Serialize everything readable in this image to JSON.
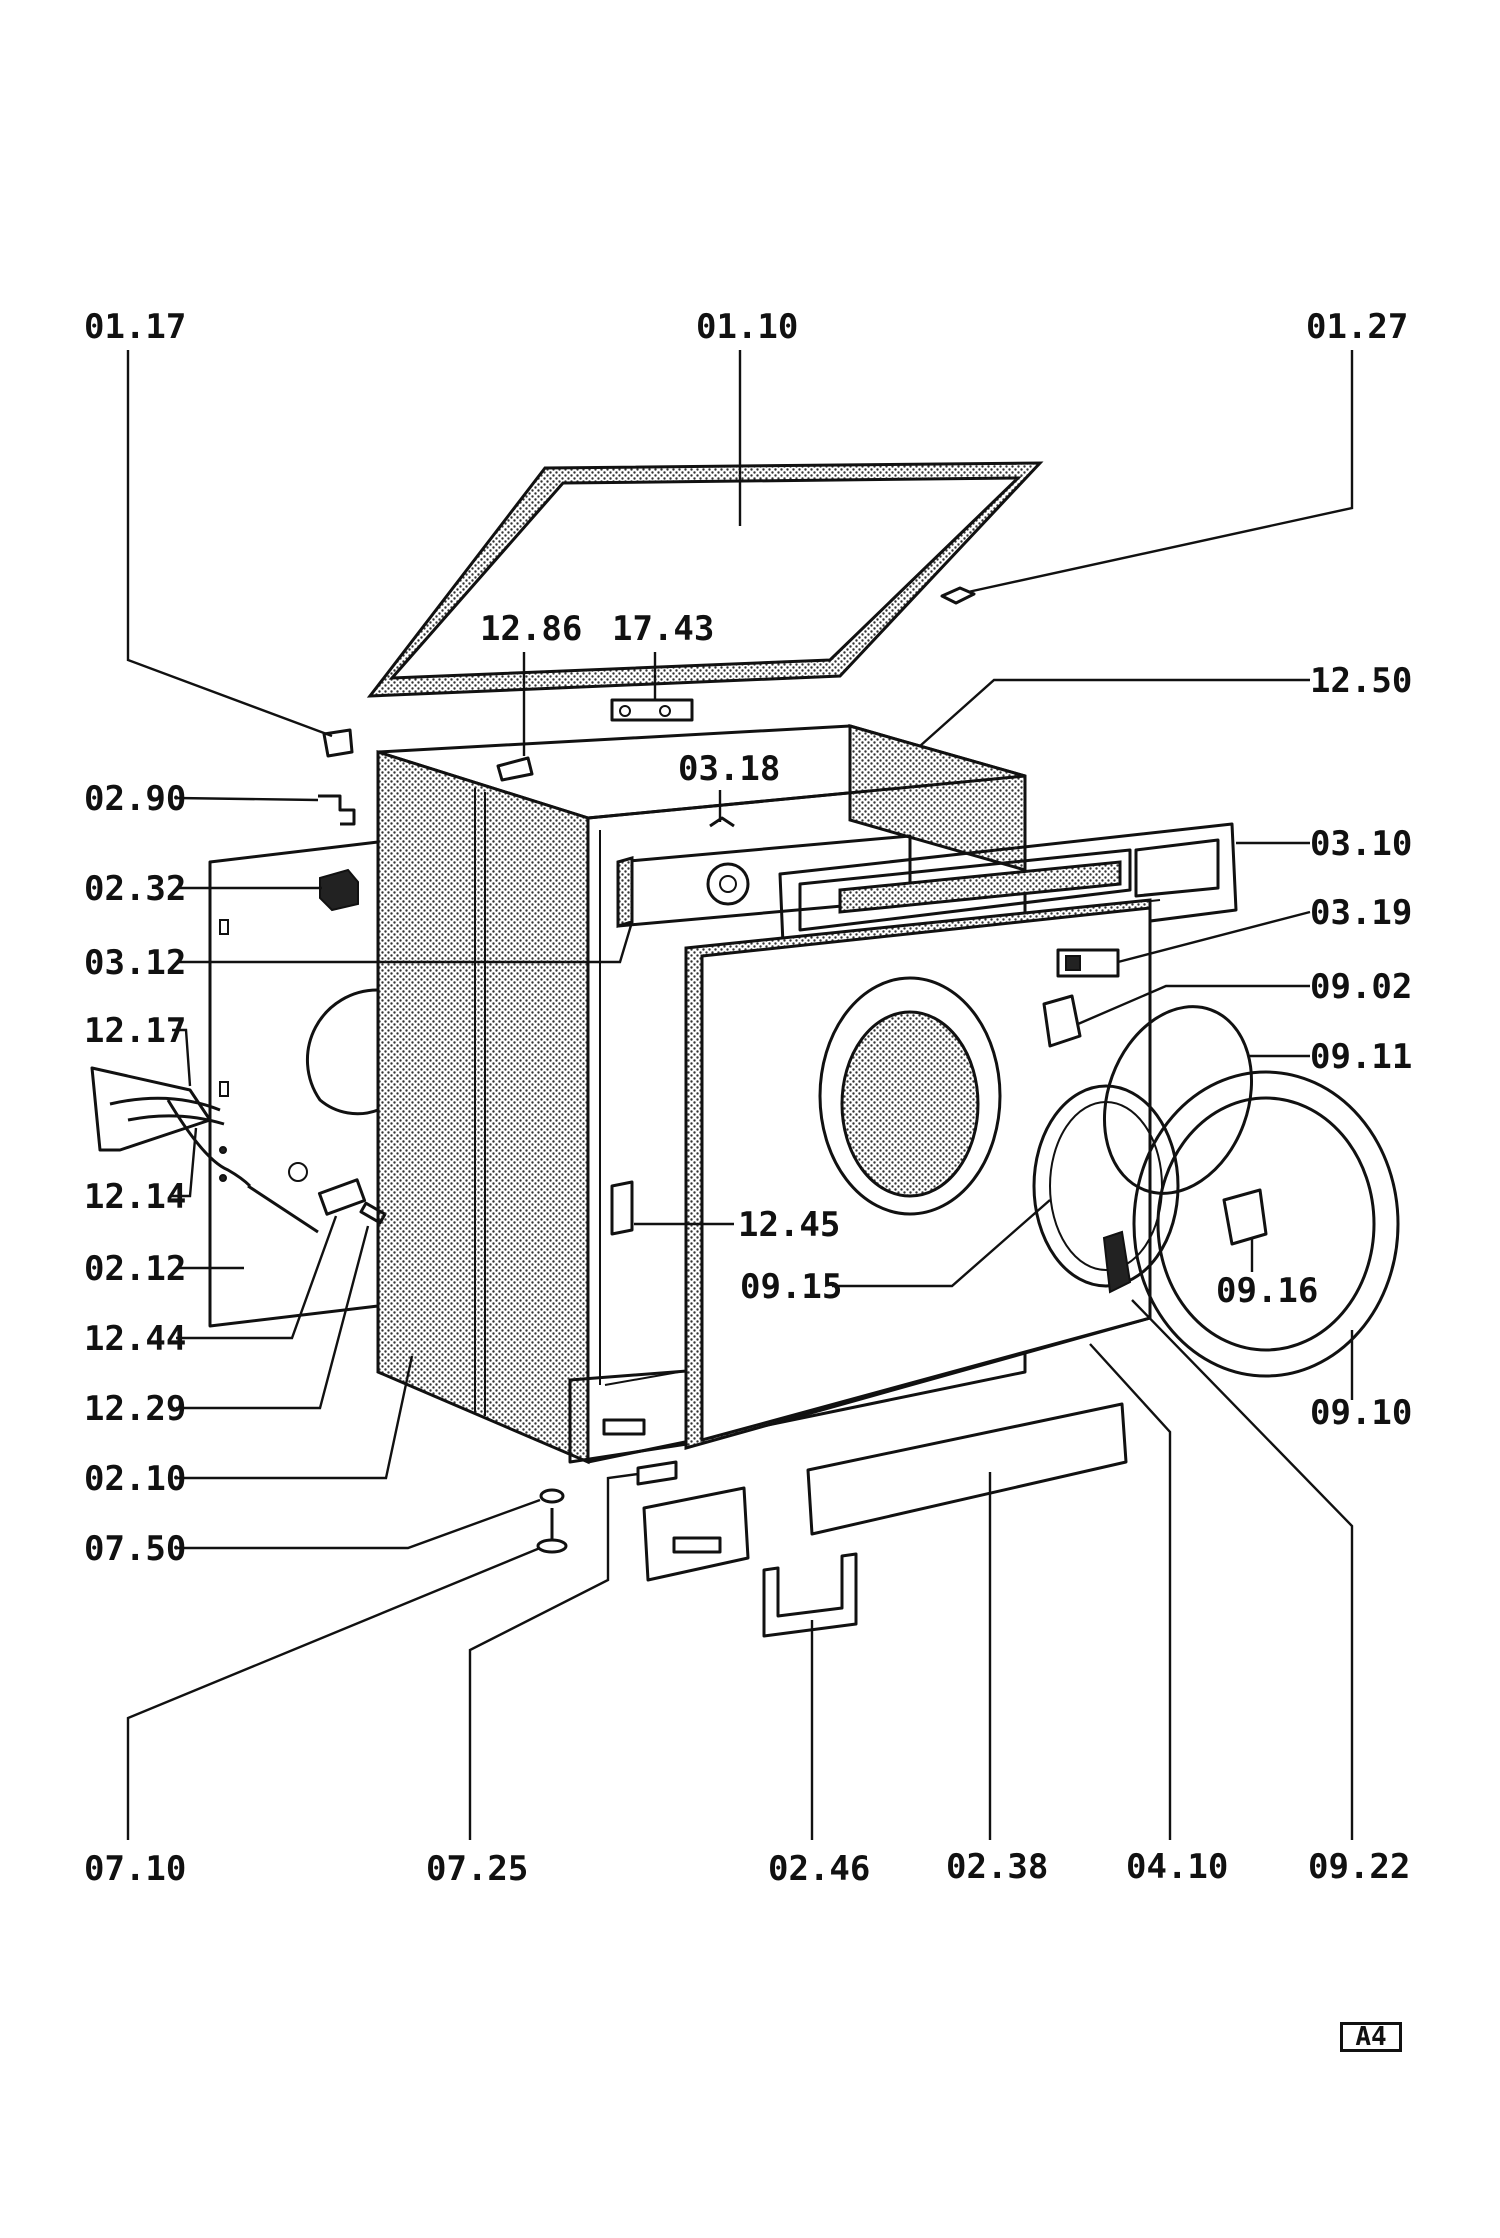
{
  "diagram_title": "",
  "page_tag": "A4",
  "callouts": {
    "c0117": "01.17",
    "c0110": "01.10",
    "c0127": "01.27",
    "c1286": "12.86",
    "c1743": "17.43",
    "c1250": "12.50",
    "c0290": "02.90",
    "c0318": "03.18",
    "c0310": "03.10",
    "c0232": "02.32",
    "c0319": "03.19",
    "c0312": "03.12",
    "c0902": "09.02",
    "c1217": "12.17",
    "c0911": "09.11",
    "c1214": "12.14",
    "c1245": "12.45",
    "c0212": "02.12",
    "c0915": "09.15",
    "c0916": "09.16",
    "c1244": "12.44",
    "c1229": "12.29",
    "c0910": "09.10",
    "c0210": "02.10",
    "c0750": "07.50",
    "c0710": "07.10",
    "c0725": "07.25",
    "c0246": "02.46",
    "c0238": "02.38",
    "c0410": "04.10",
    "c0922": "09.22"
  }
}
